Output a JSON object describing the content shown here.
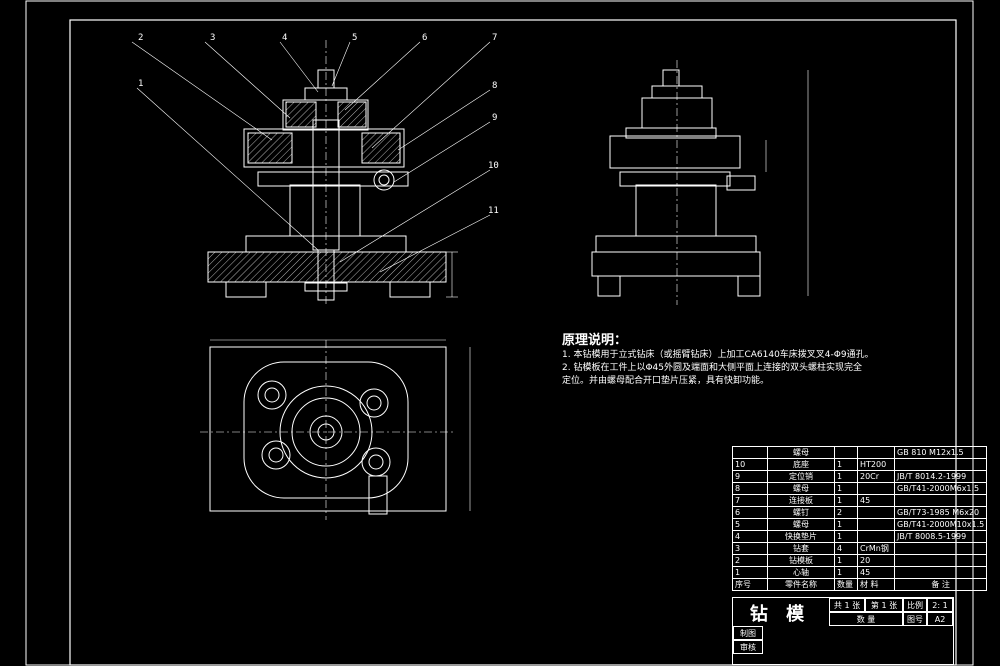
{
  "balloons": [
    "1",
    "2",
    "3",
    "4",
    "5",
    "6",
    "7",
    "8",
    "9",
    "10",
    "11"
  ],
  "notes": {
    "title": "原理说明：",
    "lines": [
      "1. 本钻模用于立式钻床（或摇臂钻床）上加工CA6140车床拨叉叉4-Φ9通孔。",
      "2. 钻模板在工件上以Φ45外圆及端面和大侧平面上连接的双头螺柱实现完全",
      "定位。并由螺母配合开口垫片压紧，具有快卸功能。"
    ]
  },
  "bom": {
    "top_row": {
      "name": "螺母",
      "note": "GB 810 M12x1.5"
    },
    "rows": [
      {
        "no": "10",
        "name": "底座",
        "qty": "1",
        "material": "HT200",
        "note": ""
      },
      {
        "no": "9",
        "name": "定位销",
        "qty": "1",
        "material": "20Cr",
        "note": "JB/T 8014.2-1999"
      },
      {
        "no": "8",
        "name": "螺母",
        "qty": "1",
        "material": "",
        "note": "GB/T41-2000M6x1.5"
      },
      {
        "no": "7",
        "name": "连接板",
        "qty": "1",
        "material": "45",
        "note": ""
      },
      {
        "no": "6",
        "name": "螺钉",
        "qty": "2",
        "material": "",
        "note": "GB/T73-1985 M6x20"
      },
      {
        "no": "5",
        "name": "螺母",
        "qty": "1",
        "material": "",
        "note": "GB/T41-2000M10x1.5"
      },
      {
        "no": "4",
        "name": "快换垫片",
        "qty": "1",
        "material": "",
        "note": "JB/T 8008.5-1999"
      },
      {
        "no": "3",
        "name": "钻套",
        "qty": "4",
        "material": "CrMn钢",
        "note": ""
      },
      {
        "no": "2",
        "name": "钻模板",
        "qty": "1",
        "material": "20",
        "note": ""
      },
      {
        "no": "1",
        "name": "心轴",
        "qty": "1",
        "material": "45",
        "note": ""
      }
    ],
    "header": {
      "no": "序号",
      "name": "零件名称",
      "qty": "数量",
      "material": "材 料",
      "note": "备 注"
    }
  },
  "title_block": {
    "name": "钻 模",
    "total_sheets": "共 1 张",
    "sheet": "第 1 张",
    "scale_label": "比例",
    "scale": "2: 1",
    "qty_label": "数 量",
    "drawing_no_label": "图号",
    "size": "A2",
    "drawn_label": "制图",
    "checked_label": "审核"
  },
  "colors": {
    "background": "#000000",
    "line": "#ffffff",
    "hatch": "#ffffff"
  }
}
